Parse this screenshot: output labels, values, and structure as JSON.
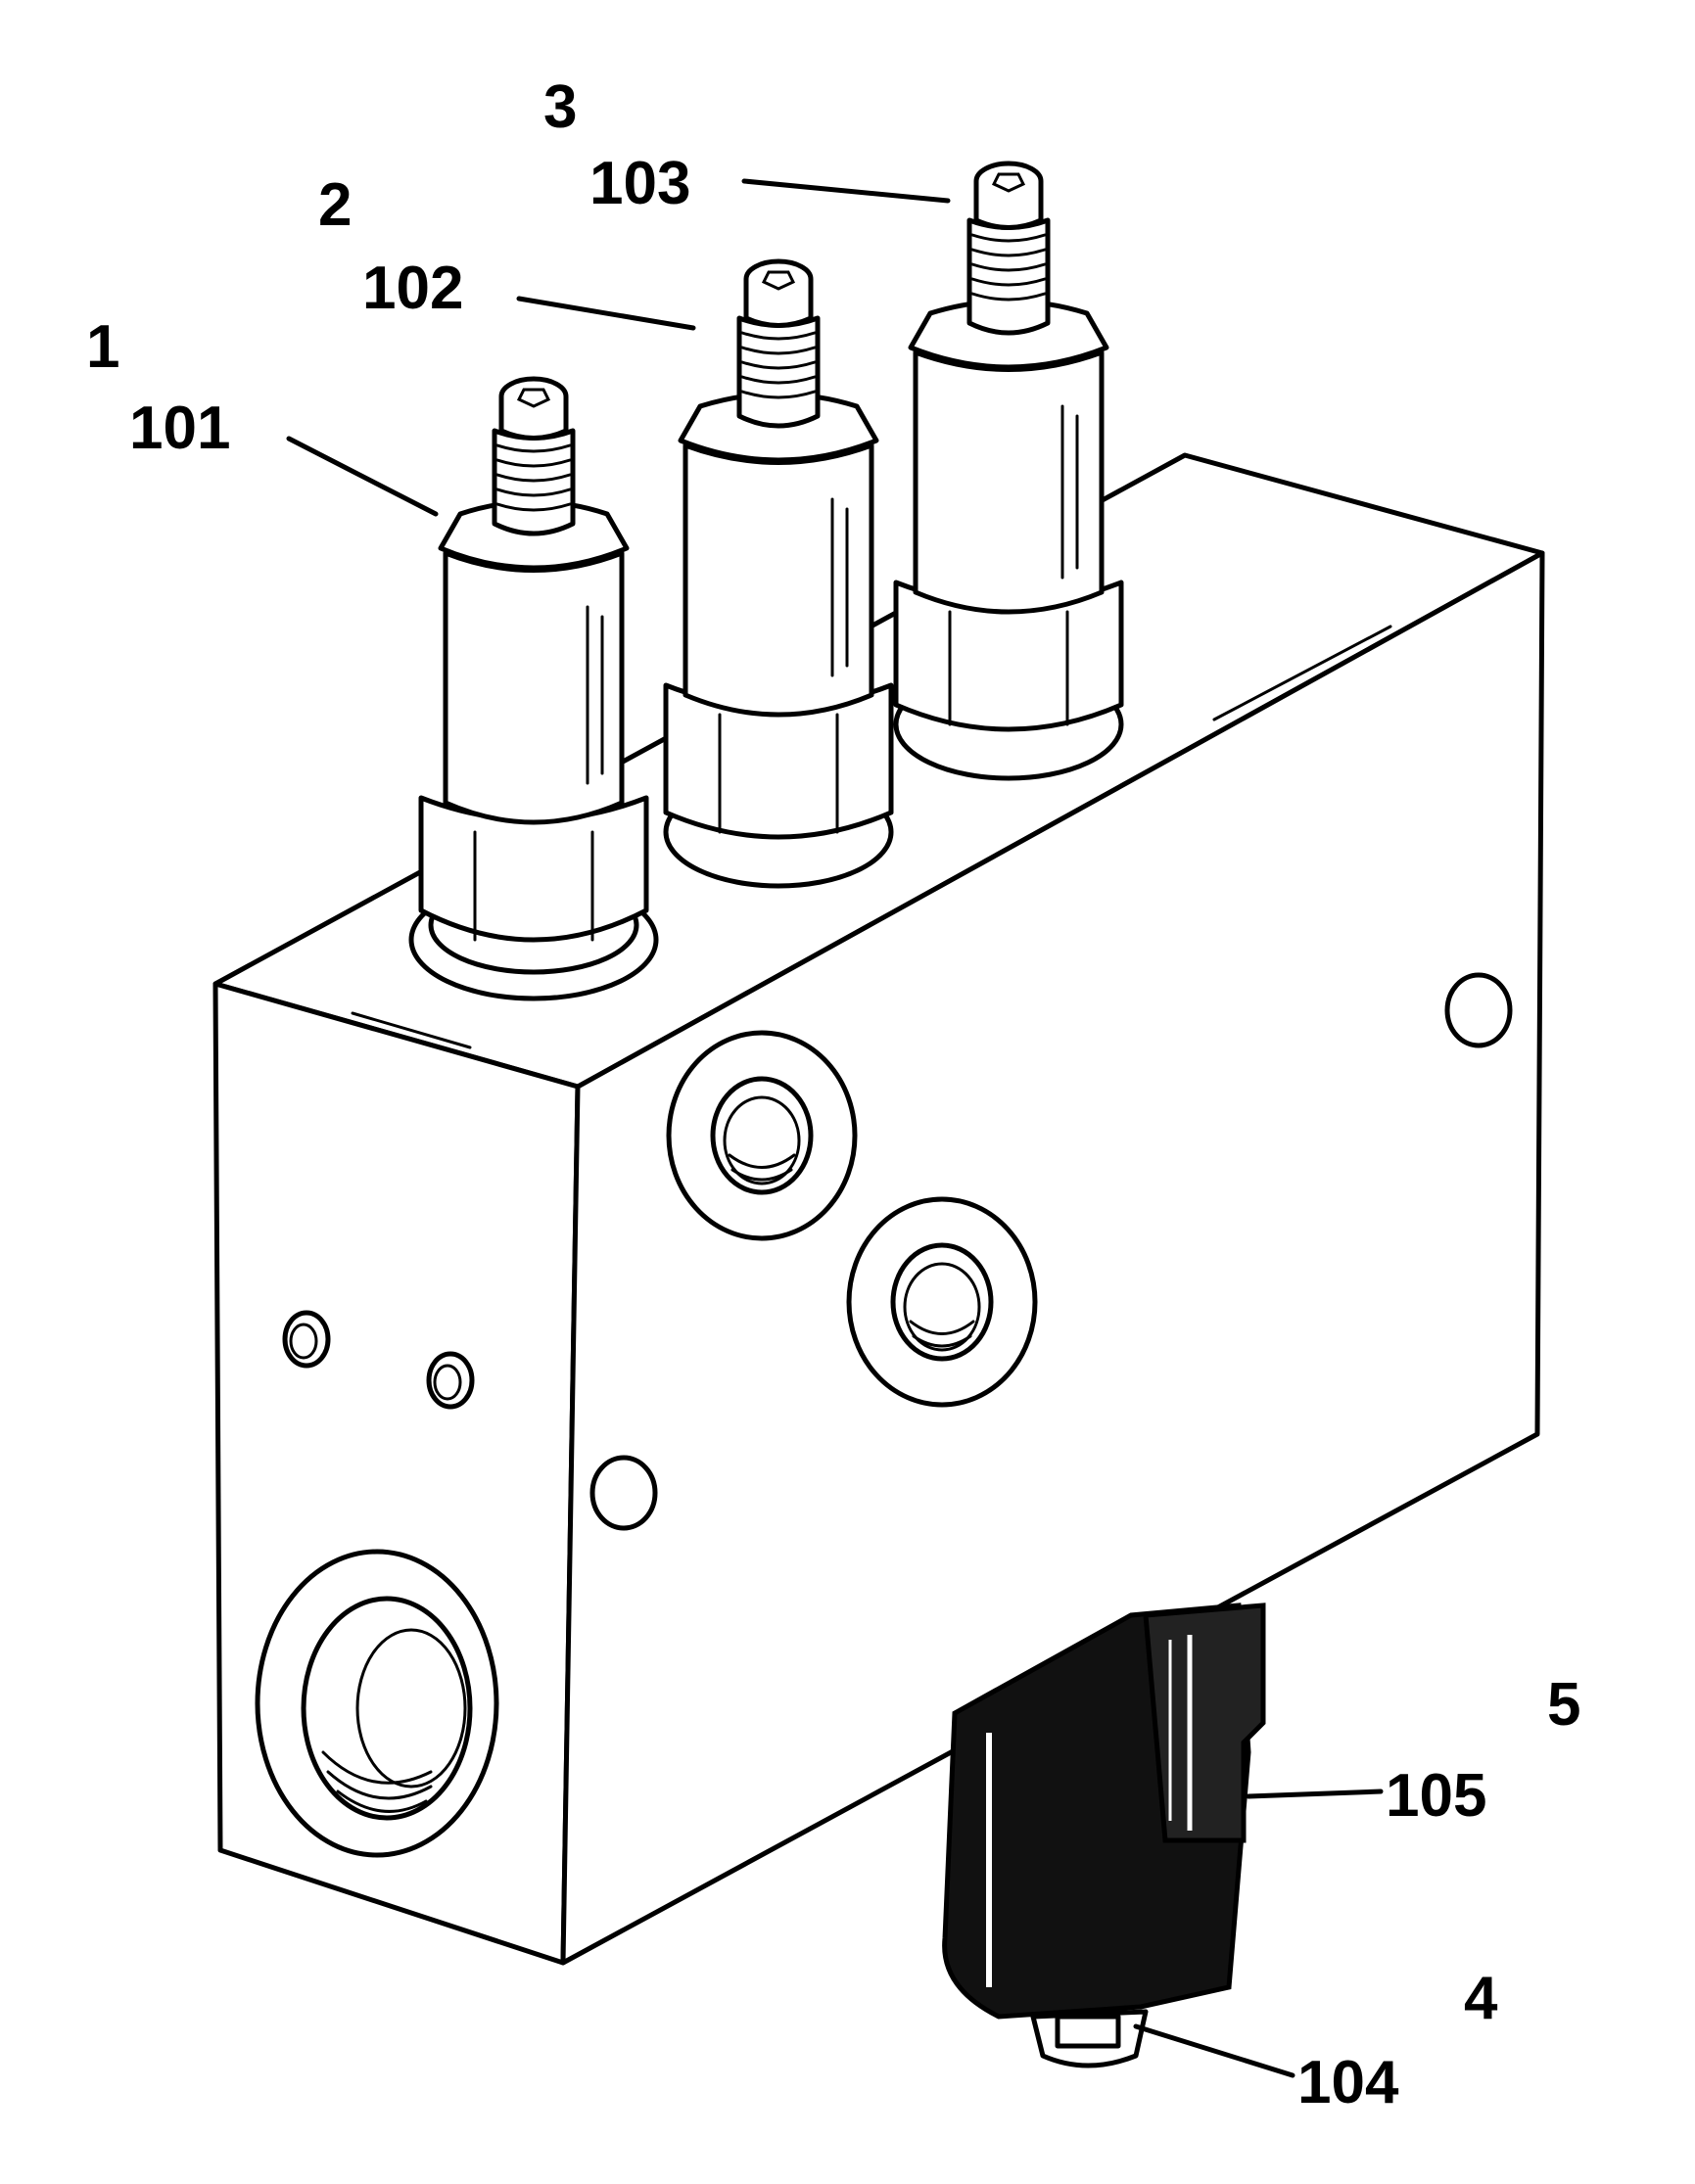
{
  "colors": {
    "ink": "#000000",
    "paper": "#ffffff"
  },
  "callouts": [
    {
      "item": "1",
      "code": "101"
    },
    {
      "item": "2",
      "code": "102"
    },
    {
      "item": "3",
      "code": "103"
    },
    {
      "item": "4",
      "code": "104"
    },
    {
      "item": "5",
      "code": "105"
    }
  ]
}
